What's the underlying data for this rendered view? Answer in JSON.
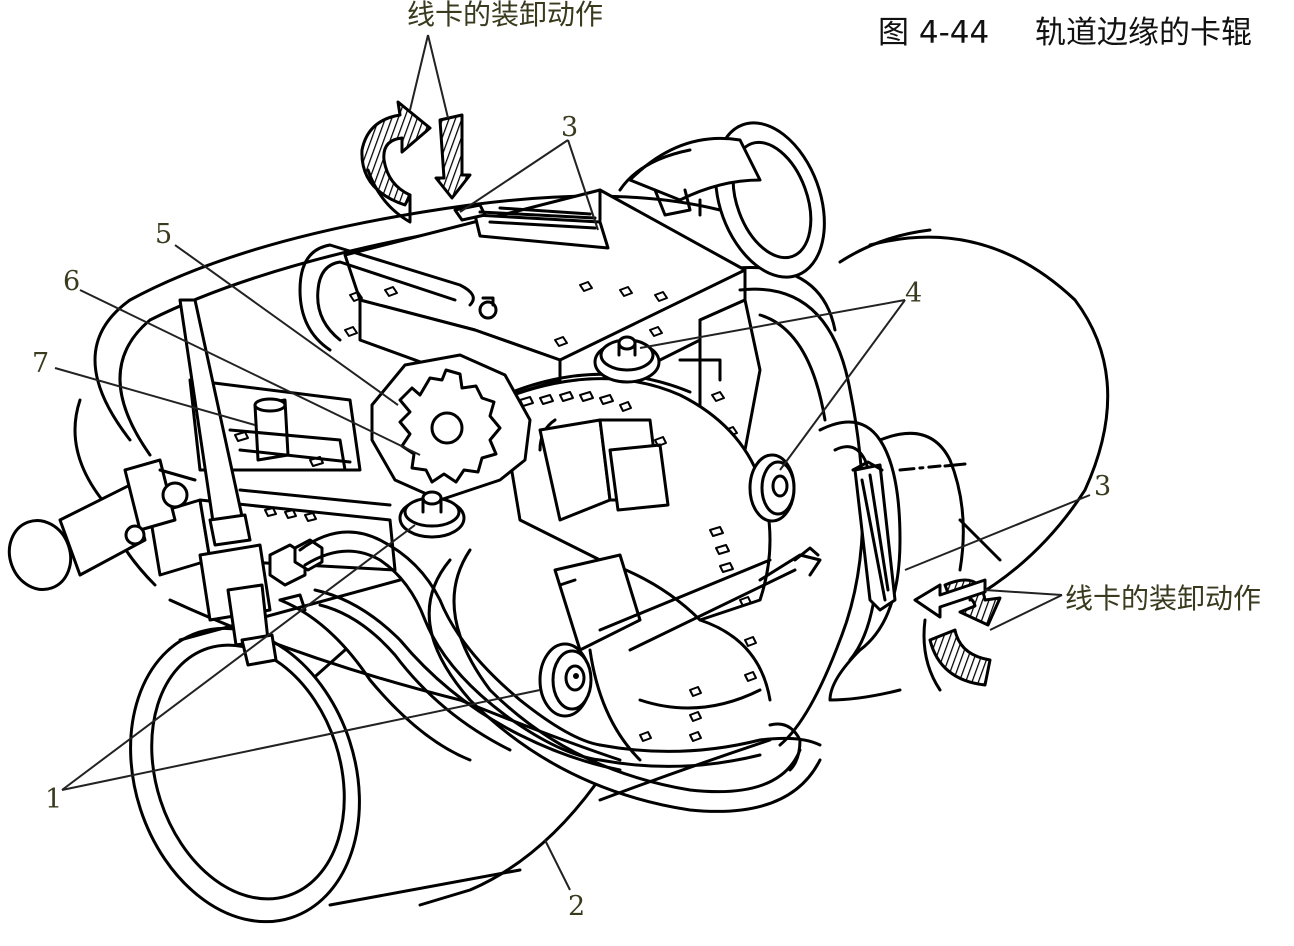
{
  "caption": {
    "figure_number": "图 4-44",
    "title": "轨道边缘的卡辊"
  },
  "action_labels": {
    "top": "线卡的装卸动作",
    "right": "线卡的装卸动作"
  },
  "callouts": {
    "c1": "1",
    "c2": "2",
    "c3_top": "3",
    "c3_right": "3",
    "c4": "4",
    "c5": "5",
    "c6": "6",
    "c7": "7"
  }
}
